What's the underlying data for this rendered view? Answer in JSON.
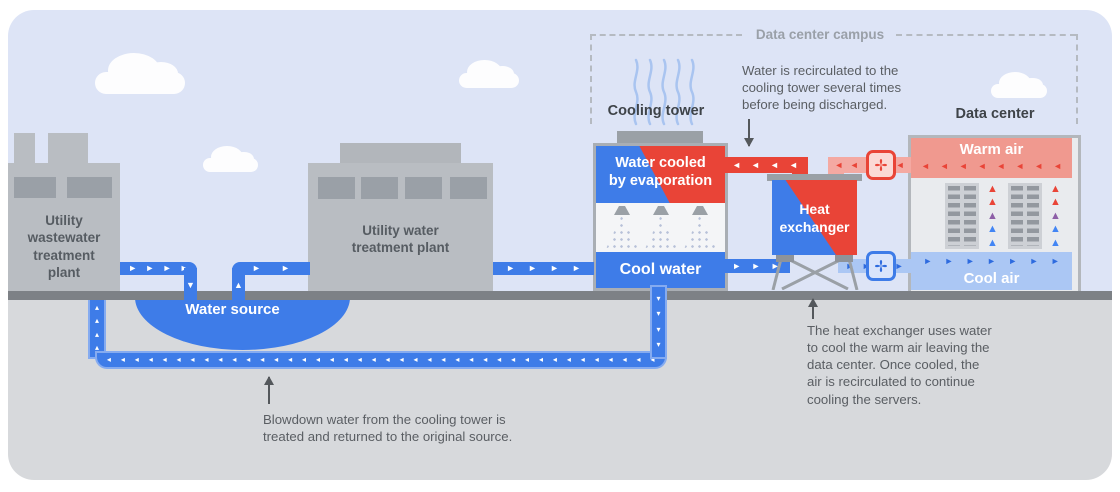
{
  "campus": {
    "label": "Data center campus"
  },
  "labels": {
    "wastewater_plant": "Utility\nwastewater\ntreatment\nplant",
    "water_treatment_plant": "Utility water\ntreatment plant",
    "water_source": "Water source",
    "cooling_tower": "Cooling tower",
    "tower_top": "Water cooled\nby evaporation",
    "tower_bottom": "Cool water",
    "heat_exchanger": "Heat\nexchanger",
    "data_center": "Data center",
    "warm_air": "Warm air",
    "cool_air": "Cool air"
  },
  "annotations": {
    "recirculated": "Water is recirculated to the\ncooling tower several times\nbefore being discharged.",
    "blowdown": "Blowdown water from the cooling tower is\ntreated and returned to the original source.",
    "heat_exchanger": "The heat exchanger uses water\nto cool the warm air leaving the\ndata center. Once cooled, the\nair is recirculated to continue\ncooling the servers."
  },
  "glyphs": {
    "right": "►",
    "left": "◄",
    "up": "▲",
    "down": "▼",
    "chev_left": "◂",
    "chev_up": "▴",
    "chev_down": "▾"
  },
  "arrows": {
    "pipe_wastewater_out": {
      "glyph": "right",
      "count": 4
    },
    "pipe_wastewater_down": {
      "glyph": "down",
      "count": 1
    },
    "pipe_source_up": {
      "glyph": "up",
      "count": 1
    },
    "pipe_source_out": {
      "glyph": "right",
      "count": 2
    },
    "pipe_plant_to_tower": {
      "glyph": "right",
      "count": 4
    },
    "pipe_tower_to_hx": {
      "glyph": "right",
      "count": 3
    },
    "pipe_hot_water": {
      "glyph": "left",
      "count": 4
    },
    "pipe_warm_air": {
      "glyph": "left",
      "count": 5
    },
    "pipe_cool_air": {
      "glyph": "right",
      "count": 4
    },
    "warm_band": {
      "glyph": "left",
      "count": 8
    },
    "cool_band": {
      "glyph": "right",
      "count": 7
    },
    "blowdown_stub": {
      "glyph": "chev_down",
      "count": 4
    },
    "under_run": {
      "glyph": "chev_left",
      "count": 40
    },
    "under_return": {
      "glyph": "chev_up",
      "count": 4
    }
  },
  "rack_arrows": {
    "sequence_top_to_bottom": [
      "red",
      "red",
      "purple",
      "blue",
      "blue"
    ]
  },
  "colors": {
    "sky": "#dde4f6",
    "underground": "#d7d9dc",
    "ground": "#7d8186",
    "building_gray": "#b9bdc2",
    "window_gray": "#9aa0a7",
    "tower_border": "#a9aeb4",
    "water_blue": "#3e7ce8",
    "hot_red": "#e94437",
    "warm_pink": "#f0998f",
    "pipe_pink": "#f4a9a2",
    "cool_light_blue": "#abc7f4",
    "arrow_blue": "#2e6bdf",
    "rack_blue": "#4285f4",
    "purple": "#8d5fa7",
    "steam_blue": "#a9c4f0"
  }
}
